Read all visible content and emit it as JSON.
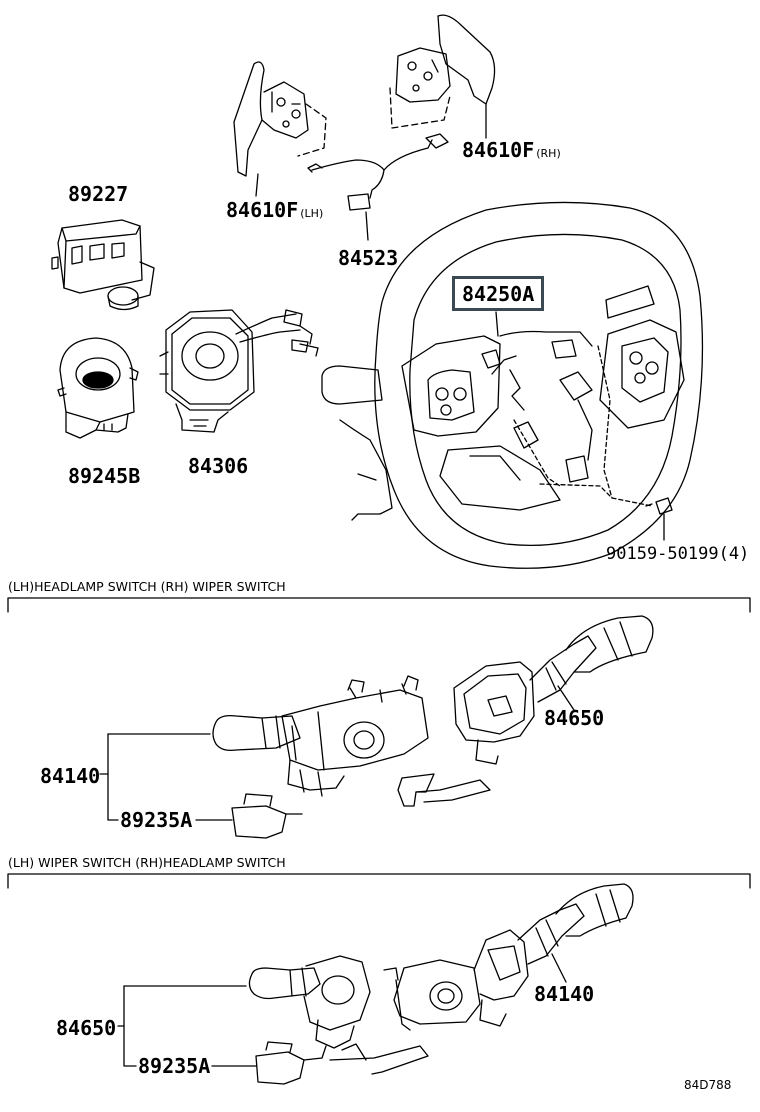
{
  "diagram": {
    "code": "84D788",
    "parts": {
      "p89227": "89227",
      "p84610f_lh": "84610F",
      "lh_tag": "(LH)",
      "p84610f_rh": "84610F",
      "rh_tag": "(RH)",
      "p84523": "84523",
      "p84250a": "84250A",
      "p89245b": "89245B",
      "p84306": "84306",
      "p90159": "90159-50199(4)",
      "p84650_upper": "84650",
      "p84140_upper": "84140",
      "p89235a_upper": "89235A",
      "p84140_lower": "84140",
      "p84650_lower": "84650",
      "p89235a_lower": "89235A"
    },
    "sections": {
      "upper": "(LH)HEADLAMP SWITCH  (RH) WIPER SWITCH",
      "lower": "(LH) WIPER SWITCH  (RH)HEADLAMP SWITCH"
    },
    "highlight_color": "#3b4a52"
  }
}
